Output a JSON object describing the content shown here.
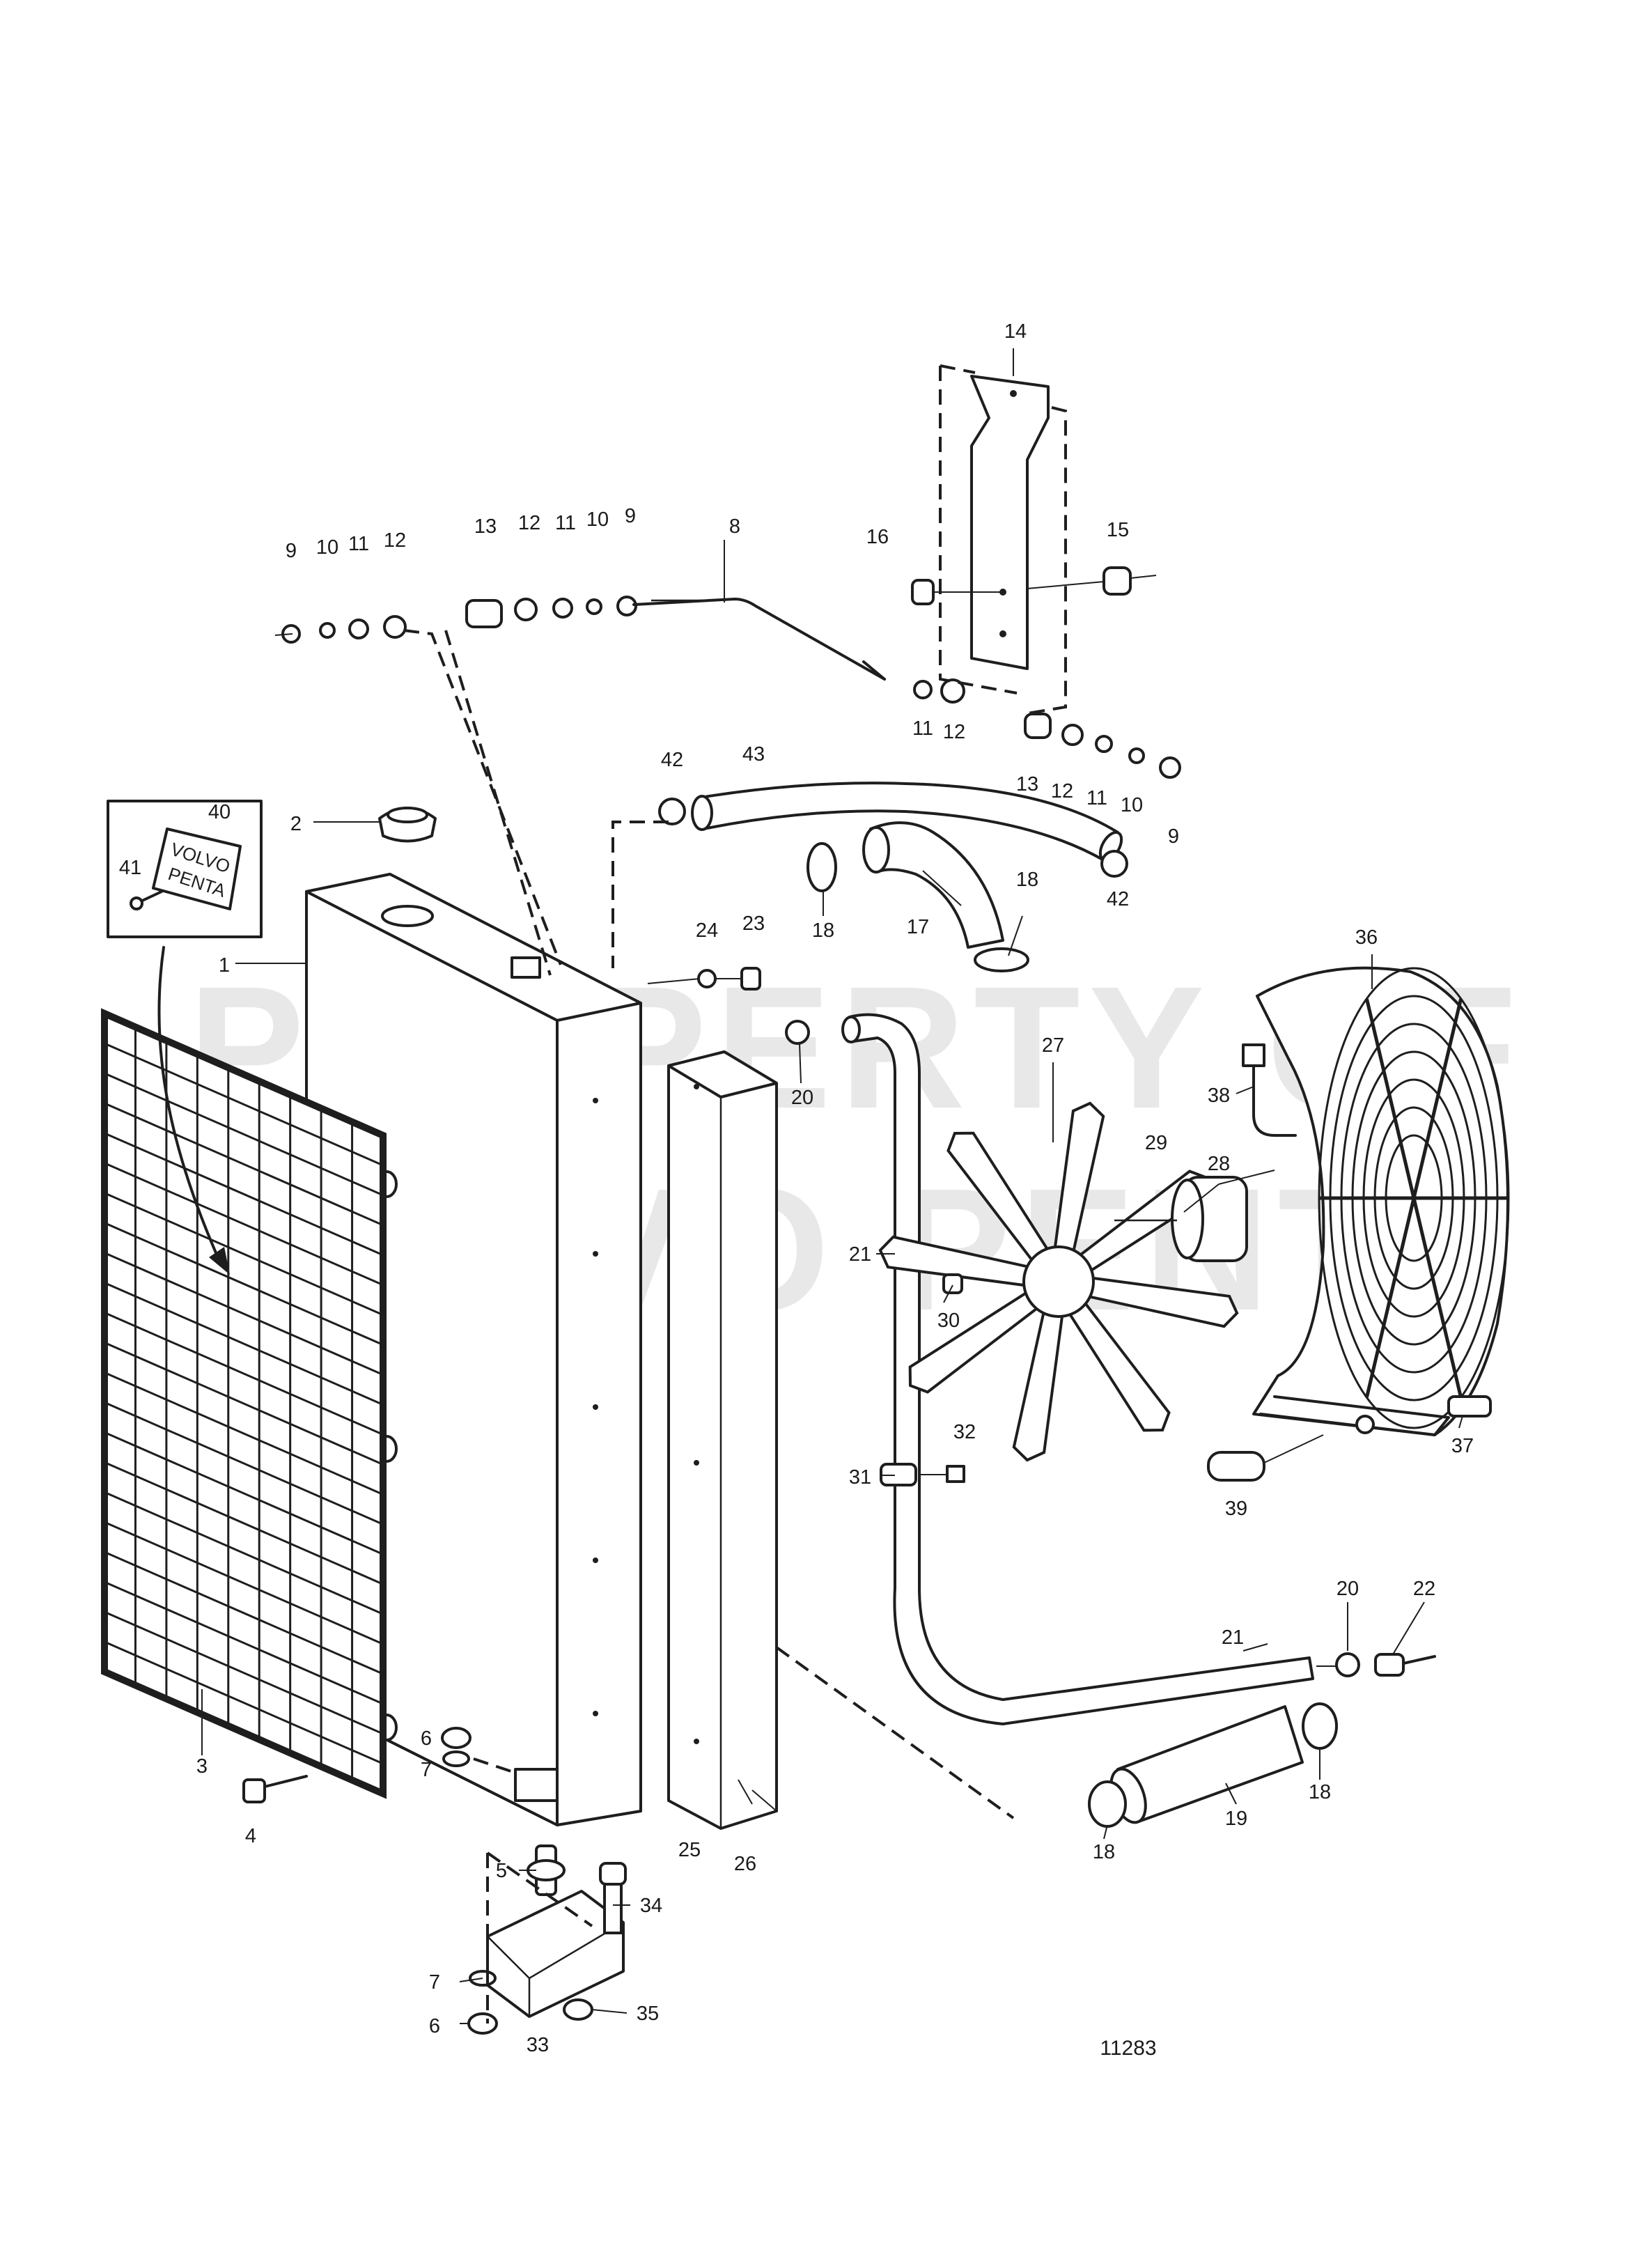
{
  "watermark": {
    "line1": "PROPERTY OF",
    "line2": "VOLVO PENTA"
  },
  "drawing_number": "11283",
  "badge": {
    "line1": "VOLVO",
    "line2": "PENTA"
  },
  "callouts": {
    "c1": "1",
    "c2": "2",
    "c3": "3",
    "c4": "4",
    "c5": "5",
    "c6a": "6",
    "c6b": "6",
    "c7a": "7",
    "c7b": "7",
    "c8": "8",
    "c9a": "9",
    "c9b": "9",
    "c9c": "9",
    "c10a": "10",
    "c10b": "10",
    "c10c": "10",
    "c11a": "11",
    "c11b": "11",
    "c11c": "11",
    "c11d": "11",
    "c12a": "12",
    "c12b": "12",
    "c12c": "12",
    "c12d": "12",
    "c13a": "13",
    "c13b": "13",
    "c14": "14",
    "c15": "15",
    "c16": "16",
    "c17": "17",
    "c18a": "18",
    "c18b": "18",
    "c18c": "18",
    "c18d": "18",
    "c19": "19",
    "c20a": "20",
    "c20b": "20",
    "c21a": "21",
    "c21b": "21",
    "c22": "22",
    "c23": "23",
    "c24": "24",
    "c25": "25",
    "c26": "26",
    "c27": "27",
    "c28": "28",
    "c29": "29",
    "c30": "30",
    "c31": "31",
    "c32": "32",
    "c33": "33",
    "c34": "34",
    "c35": "35",
    "c36": "36",
    "c37": "37",
    "c38": "38",
    "c39": "39",
    "c40": "40",
    "c41": "41",
    "c42a": "42",
    "c42b": "42",
    "c43": "43"
  }
}
